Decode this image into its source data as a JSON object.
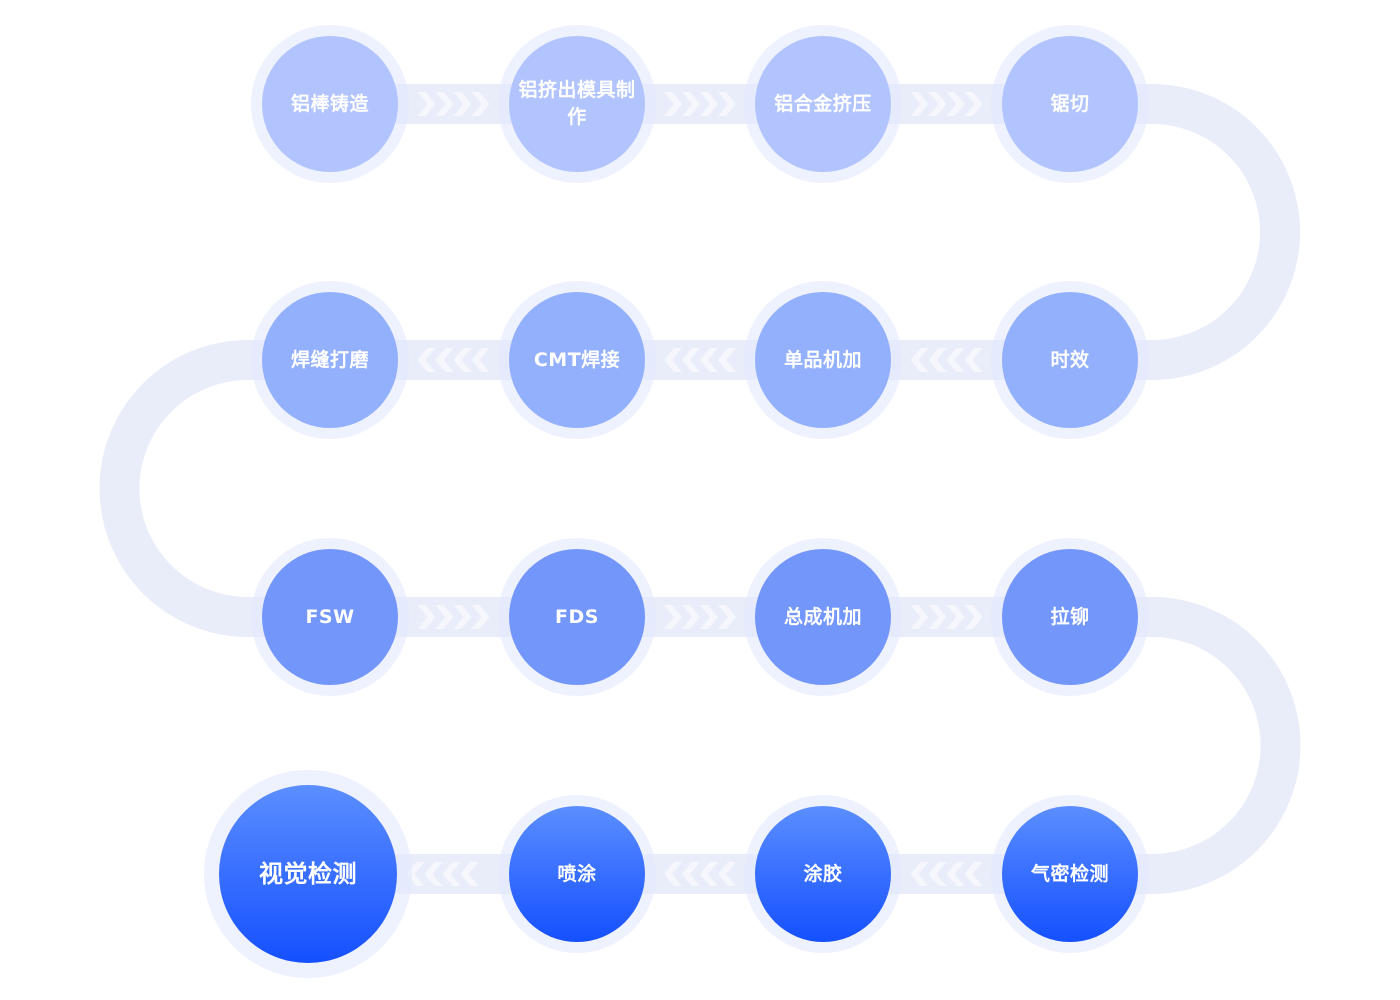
{
  "diagram": {
    "title": "",
    "type": "process-flow-serpentine",
    "colors": {
      "track": "#e8edf9",
      "ring": "#eef1fd",
      "chevron": "#f7f8fe",
      "row1": "#b2c4fd",
      "row2": "#93b0fd",
      "row3": "#7396fa",
      "row4_top": "#5b8eff",
      "row4_bottom": "#1550ff",
      "text": "#ffffff"
    },
    "steps": [
      {
        "id": 1,
        "label": "铝棒铸造",
        "row": 1,
        "col": 1
      },
      {
        "id": 2,
        "label": "铝挤出模具制作",
        "row": 1,
        "col": 2
      },
      {
        "id": 3,
        "label": "铝合金挤压",
        "row": 1,
        "col": 3
      },
      {
        "id": 4,
        "label": "锯切",
        "row": 1,
        "col": 4
      },
      {
        "id": 5,
        "label": "时效",
        "row": 2,
        "col": 4
      },
      {
        "id": 6,
        "label": "单品机加",
        "row": 2,
        "col": 3
      },
      {
        "id": 7,
        "label": "CMT焊接",
        "row": 2,
        "col": 2
      },
      {
        "id": 8,
        "label": "焊缝打磨",
        "row": 2,
        "col": 1
      },
      {
        "id": 9,
        "label": "FSW",
        "row": 3,
        "col": 1
      },
      {
        "id": 10,
        "label": "FDS",
        "row": 3,
        "col": 2
      },
      {
        "id": 11,
        "label": "总成机加",
        "row": 3,
        "col": 3
      },
      {
        "id": 12,
        "label": "拉铆",
        "row": 3,
        "col": 4
      },
      {
        "id": 13,
        "label": "气密检测",
        "row": 4,
        "col": 4
      },
      {
        "id": 14,
        "label": "涂胶",
        "row": 4,
        "col": 3
      },
      {
        "id": 15,
        "label": "喷涂",
        "row": 4,
        "col": 2
      },
      {
        "id": 16,
        "label": "视觉检测",
        "row": 4,
        "col": 1,
        "final": true
      }
    ],
    "connectors": [
      {
        "from": 1,
        "to": 2,
        "direction": "right",
        "icon": "chevrons-right-icon"
      },
      {
        "from": 2,
        "to": 3,
        "direction": "right",
        "icon": "chevrons-right-icon"
      },
      {
        "from": 3,
        "to": 4,
        "direction": "right",
        "icon": "chevrons-right-icon"
      },
      {
        "from": 4,
        "to": 5,
        "direction": "arc-right"
      },
      {
        "from": 5,
        "to": 6,
        "direction": "left",
        "icon": "chevrons-left-icon"
      },
      {
        "from": 6,
        "to": 7,
        "direction": "left",
        "icon": "chevrons-left-icon"
      },
      {
        "from": 7,
        "to": 8,
        "direction": "left",
        "icon": "chevrons-left-icon"
      },
      {
        "from": 8,
        "to": 9,
        "direction": "arc-left"
      },
      {
        "from": 9,
        "to": 10,
        "direction": "right",
        "icon": "chevrons-right-icon"
      },
      {
        "from": 10,
        "to": 11,
        "direction": "right",
        "icon": "chevrons-right-icon"
      },
      {
        "from": 11,
        "to": 12,
        "direction": "right",
        "icon": "chevrons-right-icon"
      },
      {
        "from": 12,
        "to": 13,
        "direction": "arc-right"
      },
      {
        "from": 13,
        "to": 14,
        "direction": "left",
        "icon": "chevrons-left-icon"
      },
      {
        "from": 14,
        "to": 15,
        "direction": "left",
        "icon": "chevrons-left-icon"
      },
      {
        "from": 15,
        "to": 16,
        "direction": "left",
        "icon": "chevrons-left-icon"
      }
    ]
  }
}
